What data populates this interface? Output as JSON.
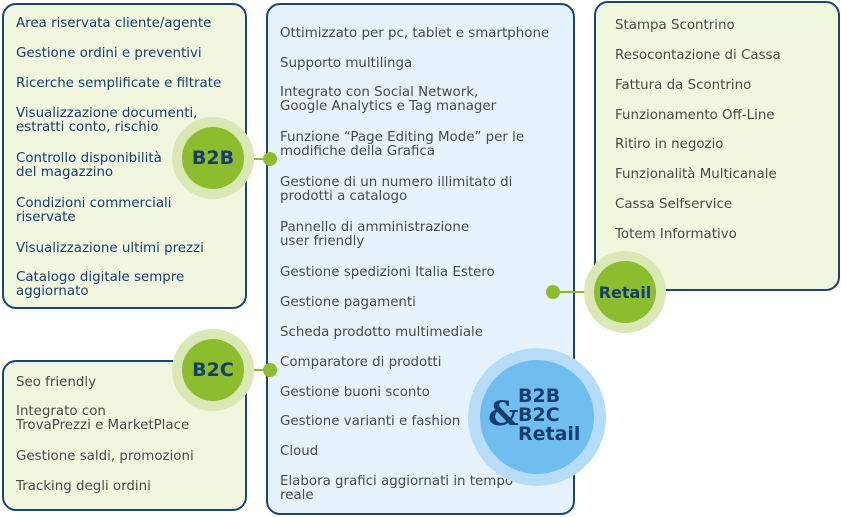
{
  "b2b": {
    "badge": "B2B",
    "items": [
      "Area riservata cliente/agente",
      "Gestione ordini e preventivi",
      "Ricerche semplificate e filtrate",
      "Visualizzazione documenti,\nestratti conto, rischio",
      "Controllo disponibilità\ndel magazzino",
      "Condizioni commerciali\nriservate",
      "Visualizzazione ultimi prezzi",
      "Catalogo digitale sempre\naggiornato"
    ]
  },
  "b2c": {
    "badge": "B2C",
    "items": [
      "Seo friendly",
      "Integrato con\nTrovaPrezzi e MarketPlace",
      "Gestione saldi, promozioni",
      "Tracking degli ordini"
    ]
  },
  "common": {
    "items": [
      "Ottimizzato per pc, tablet e smartphone",
      "Supporto multilinga",
      "Integrato con Social Network,\nGoogle Analytics e Tag manager",
      "Funzione “Page Editing Mode” per le\nmodifiche della Grafica",
      "Gestione di un numero illimitato di\nprodotti a catalogo",
      "Pannello di amministrazione\nuser friendly",
      "Gestione spedizioni Italia Estero",
      "Gestione pagamenti",
      "Scheda prodotto multimediale",
      "Comparatore di prodotti",
      "Gestione buoni sconto",
      "Gestione varianti e fashion",
      "Cloud",
      "Elabora grafici aggiornati in tempo\nreale"
    ]
  },
  "retail": {
    "badge": "Retail",
    "items": [
      "Stampa Scontrino",
      "Resocontazione di Cassa",
      "Fattura da Scontrino",
      "Funzionamento Off-Line",
      "Ritiro in negozio",
      "Funzionalità Multicanale",
      "Cassa Selfservice",
      "Totem Informativo"
    ]
  },
  "all": {
    "ampersand": "&",
    "lines": [
      "B2B",
      "B2C",
      "Retail"
    ]
  },
  "colors": {
    "navy": "#1a4577",
    "green": "#8cbd2f",
    "light_green": "#f1f6df",
    "light_blue": "#e7f3fc",
    "badge_blue": "#70bdf0"
  }
}
